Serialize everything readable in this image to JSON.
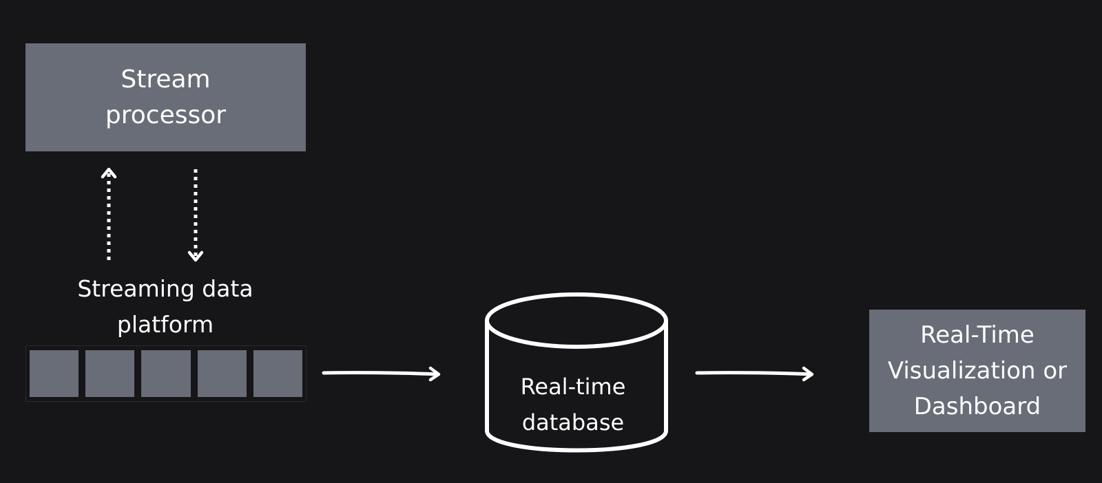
{
  "nodes": {
    "stream_processor": {
      "label": "Stream\nprocessor"
    },
    "streaming_platform": {
      "label": "Streaming data\nplatform",
      "segments": 5
    },
    "database": {
      "label": "Real-time\ndatabase"
    },
    "dashboard": {
      "label": "Real-Time\nVisualization or\nDashboard"
    }
  },
  "colors": {
    "background": "#161618",
    "box_fill": "#696d78",
    "stroke": "#ffffff"
  },
  "edges": [
    {
      "from": "streaming_platform",
      "to": "stream_processor",
      "style": "dotted"
    },
    {
      "from": "stream_processor",
      "to": "streaming_platform",
      "style": "dotted"
    },
    {
      "from": "streaming_platform",
      "to": "database",
      "style": "solid"
    },
    {
      "from": "database",
      "to": "dashboard",
      "style": "solid"
    }
  ]
}
